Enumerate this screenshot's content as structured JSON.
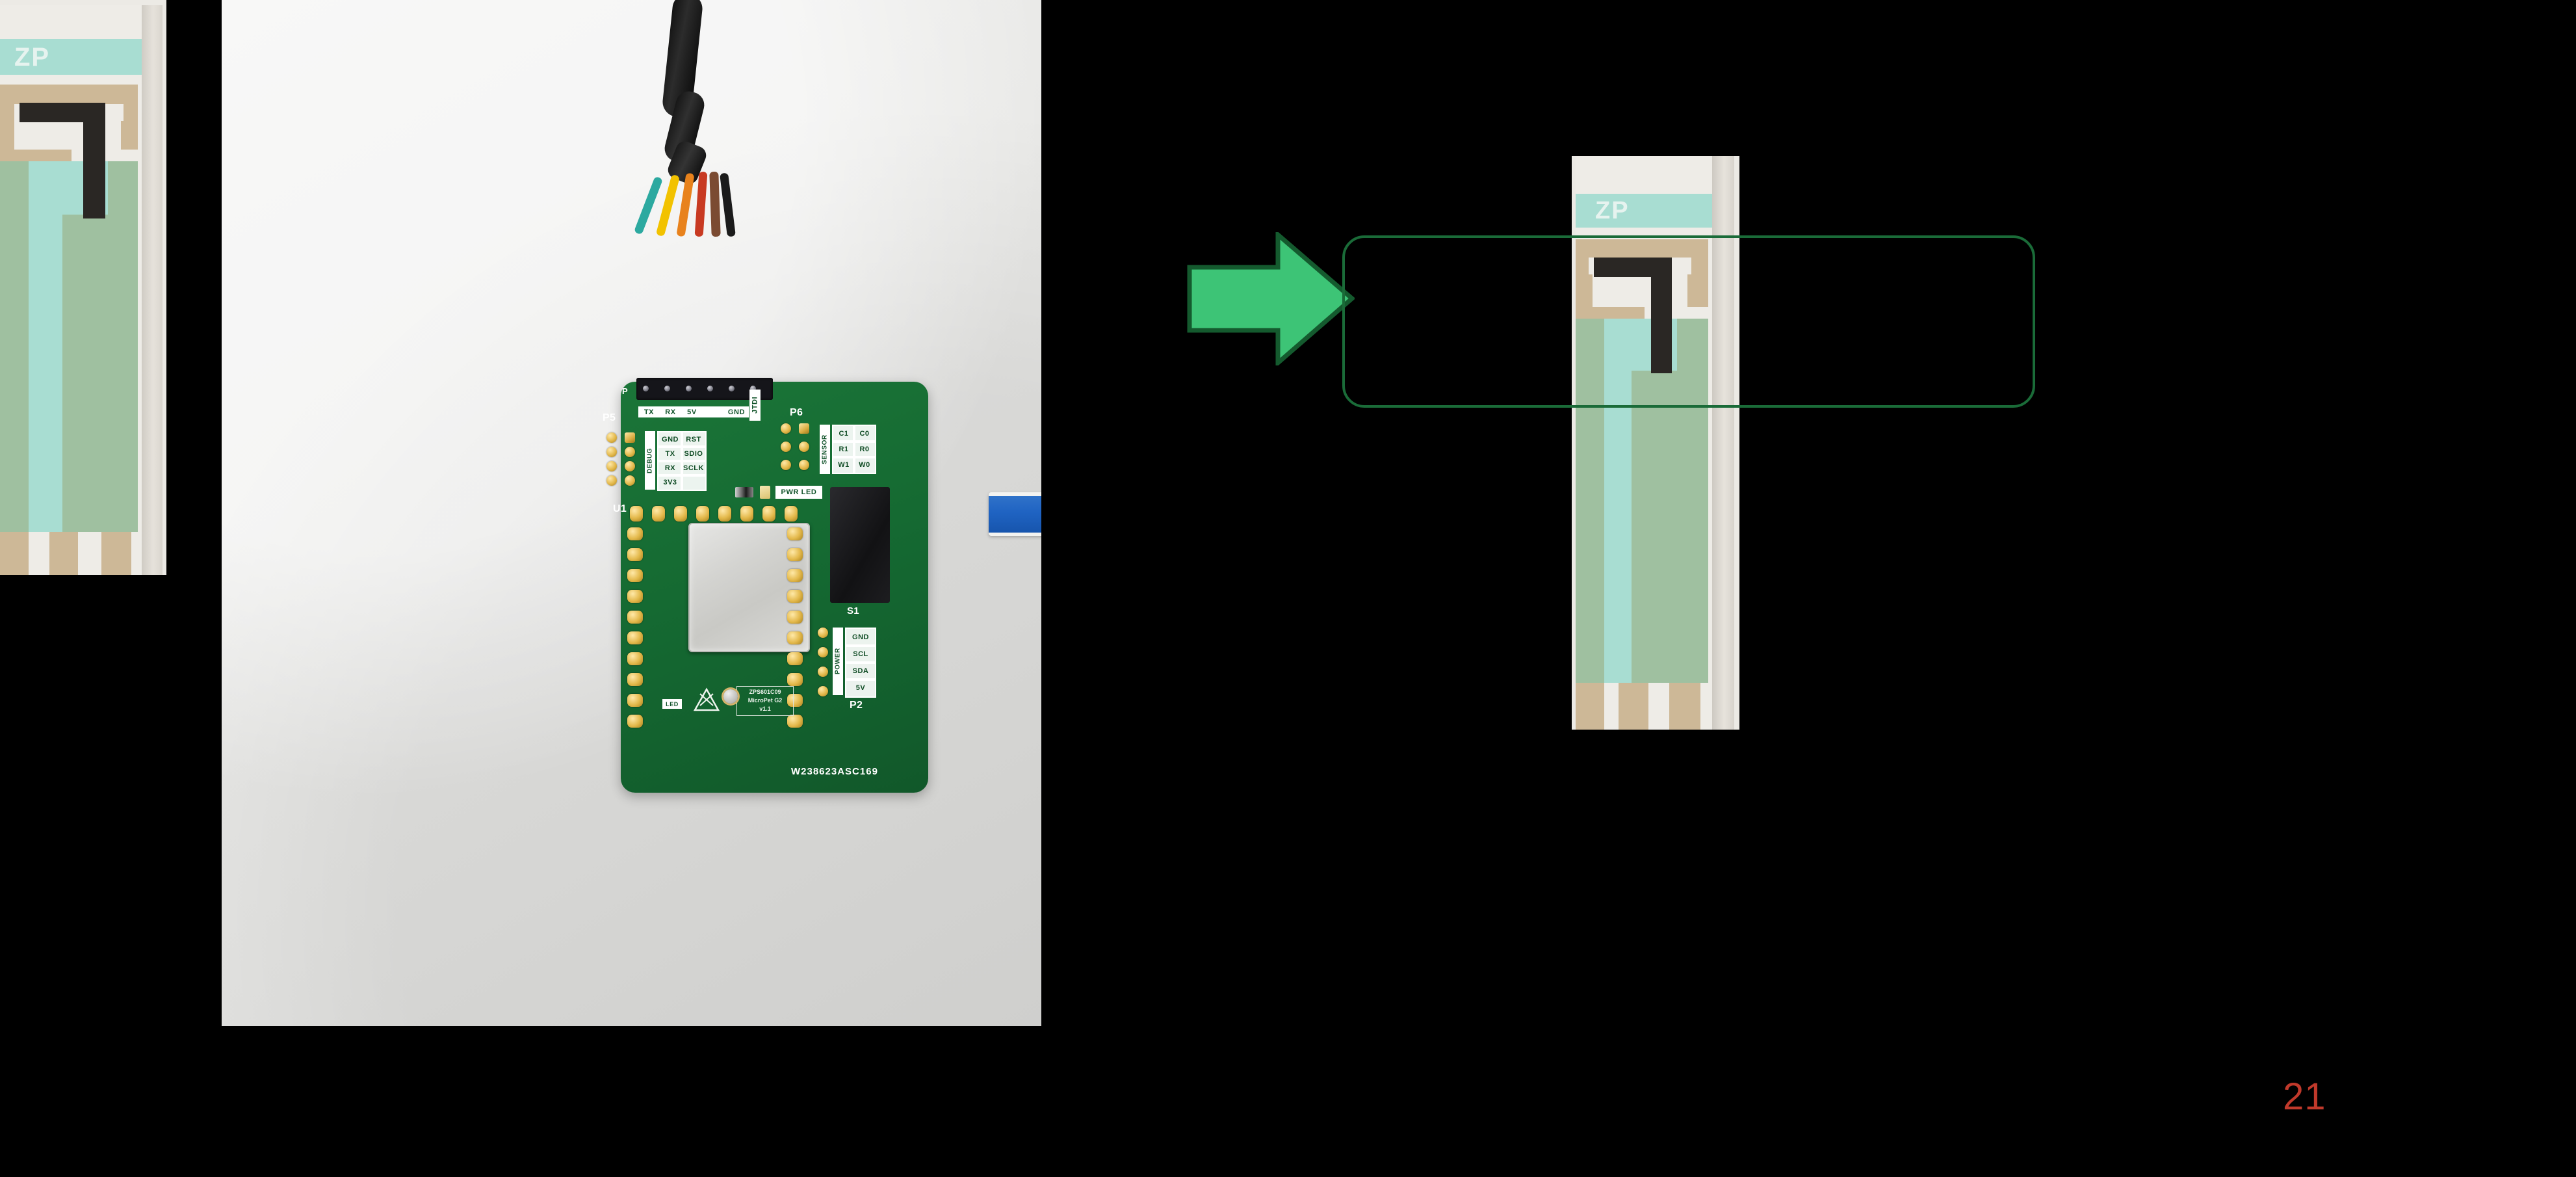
{
  "slide": {
    "background_color": "#000000",
    "page_number": "21",
    "page_number_color": "#C0392B"
  },
  "main_photo": {
    "name": "pcb-development-board-photo",
    "description": "Photograph of a green PCB development board on a white surface with a ribbon cable and a blue sensor strip inserted into connector S1",
    "background_color": "#E9E9E7",
    "board": {
      "color": "#176B33",
      "part_number": "W238623ASC169",
      "module_label_lines": [
        "ZPS601C09",
        "MicroPet G2",
        "v1.1"
      ],
      "silkscreen": {
        "connector_p1_pins": [
          "TX",
          "RX",
          "5V",
          "GND"
        ],
        "connector_p1_side_label": "JTDI",
        "connector_p5_label": "P5",
        "connector_p6_label": "P6",
        "debug_block_label": "DEBUG",
        "debug_block_rows": [
          [
            "GND",
            "RST"
          ],
          [
            "TX",
            "SDIO"
          ],
          [
            "RX",
            "SCLK"
          ],
          [
            "3V3",
            ""
          ]
        ],
        "sensor_block_label": "SENSOR",
        "sensor_block_rows": [
          [
            "C1",
            "C0"
          ],
          [
            "R1",
            "R0"
          ],
          [
            "W1",
            "W0"
          ]
        ],
        "pwr_led_label": "PWR LED",
        "power_block_label": "POWER",
        "power_block_rows": [
          "GND",
          "SCL",
          "SDA",
          "5V"
        ],
        "power_connector_label": "P2",
        "socket_label": "S1",
        "module_designator": "U1",
        "led_label": "LED"
      }
    },
    "cable": {
      "jacket_color": "#1B1B1B",
      "wire_colors": [
        "#2CA9A0",
        "#F2C200",
        "#E8821C",
        "#C83A22",
        "#7B4B32",
        "#1B1B1B"
      ]
    },
    "blue_sensor_strip": {
      "label": "ZP",
      "body_color": "#1F63C2",
      "substrate_color": "#F3F3F0"
    }
  },
  "crop_left": {
    "name": "sensor-strip-macro-crop",
    "description": "Magnified crop of the sensor strip showing the printed electrode pattern",
    "label": "ZP"
  },
  "inset_right": {
    "name": "sensor-strip-macro-inset",
    "description": "Magnified inset of the same sensor strip electrode pattern, highlighted by the callout rectangle",
    "label": "ZP"
  },
  "annotations": {
    "arrow": {
      "name": "green-arrow",
      "direction": "right",
      "fill_color": "#3DC476",
      "stroke_color": "#145A2E"
    },
    "callout": {
      "name": "green-rounded-callout",
      "stroke_color": "#1A6B38",
      "fill": "transparent"
    }
  }
}
